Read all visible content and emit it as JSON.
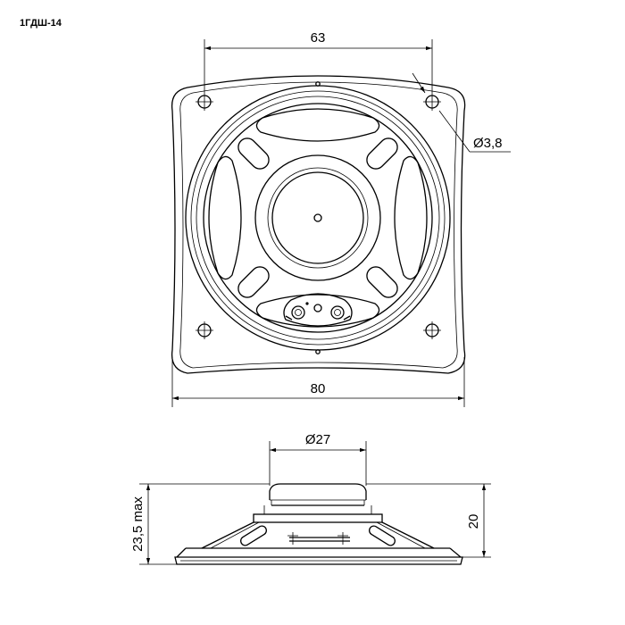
{
  "title": "1ГДШ-14",
  "dimensions": {
    "hole_spacing": "63",
    "hole_diameter": "Ø3,8",
    "frame_width": "80",
    "magnet_diameter": "Ø27",
    "total_height": "23,5 max",
    "body_height": "20"
  }
}
